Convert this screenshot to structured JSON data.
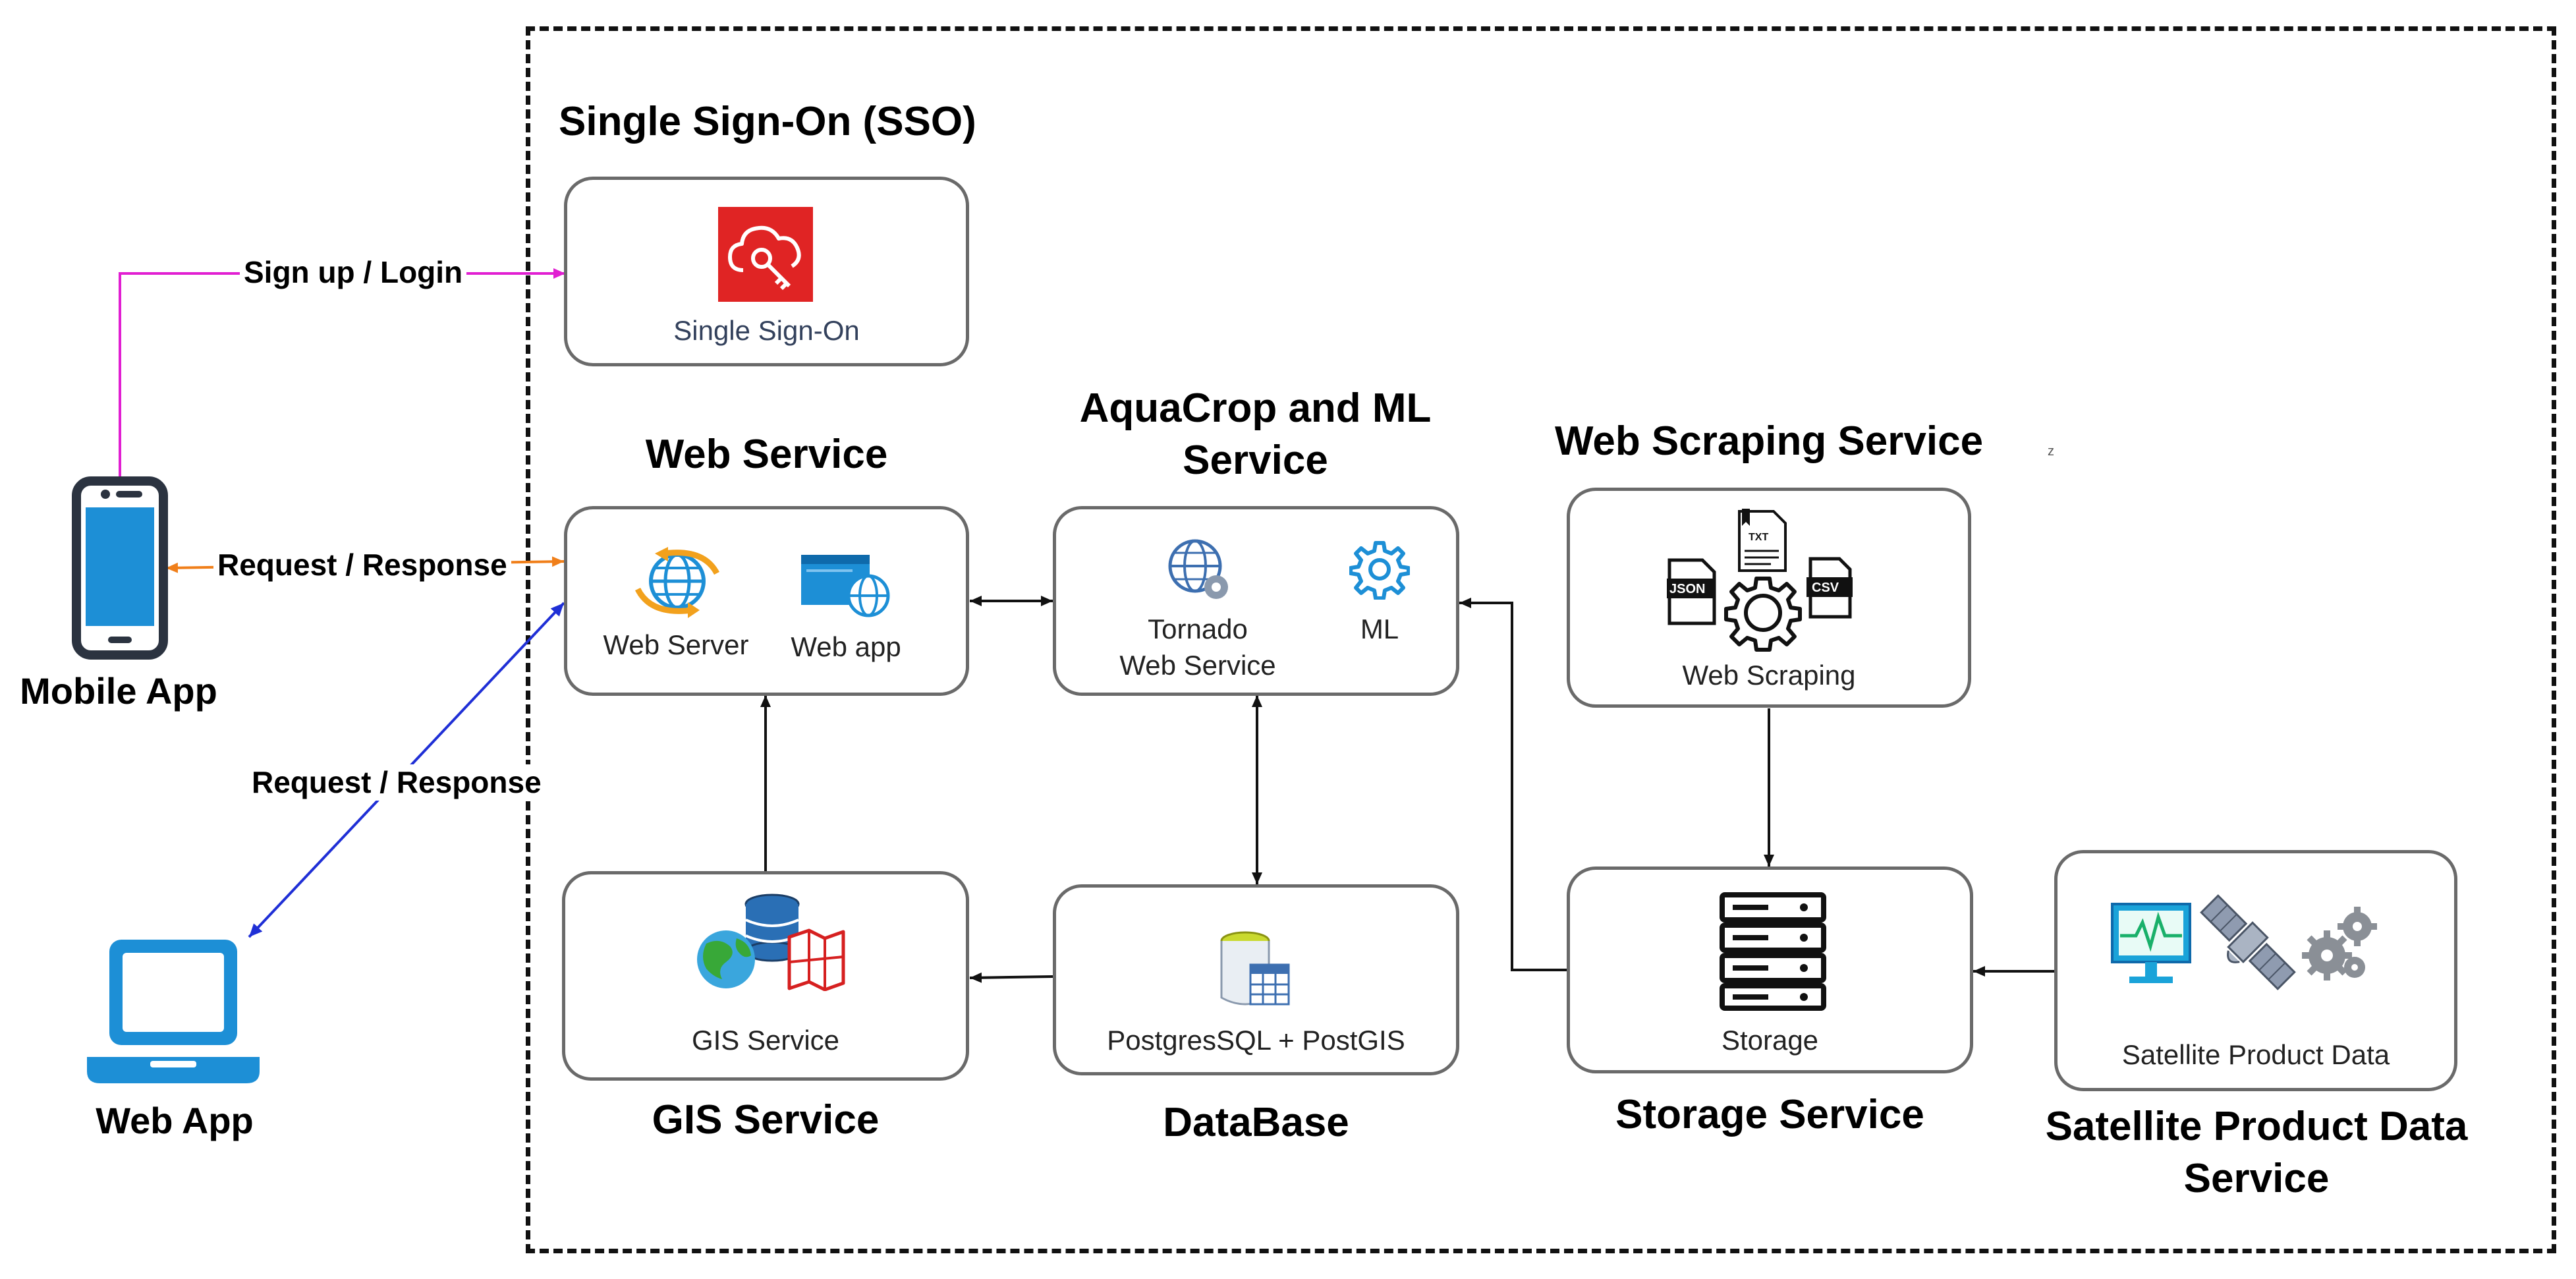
{
  "diagram": {
    "boundary_title": "Single Sign-On (SSO)",
    "clients": {
      "mobile": {
        "label": "Mobile App",
        "icon": "smartphone-icon"
      },
      "web": {
        "label": "Web App",
        "icon": "laptop-icon"
      }
    },
    "edge_labels": {
      "signup": "Sign up / Login",
      "mobile_request": "Request / Response",
      "web_request": "Request / Response"
    },
    "services": {
      "sso": {
        "item_label": "Single Sign-On",
        "icon": "cloud-key-icon",
        "icon_color": "#e02424"
      },
      "web": {
        "title": "Web Service",
        "items": [
          {
            "label": "Web Server",
            "icon": "globe-sync-icon"
          },
          {
            "label": "Web app",
            "icon": "browser-window-globe-icon"
          }
        ]
      },
      "aquacrop": {
        "title_line1": "AquaCrop and ML",
        "title_line2": "Service",
        "items": [
          {
            "label_line1": "Tornado",
            "label_line2": "Web Service",
            "icon": "globe-gear-icon"
          },
          {
            "label": "ML",
            "icon": "gear-icon"
          }
        ]
      },
      "scraping": {
        "title": "Web Scraping Service",
        "item_label": "Web Scraping",
        "icons": [
          "json-file-icon",
          "txt-file-icon",
          "gear-icon",
          "csv-file-icon"
        ],
        "file_tags": [
          "JSON",
          "TXT",
          "CSV"
        ]
      },
      "gis": {
        "title": "GIS Service",
        "item_label": "GIS Service",
        "icon": "globe-database-map-icon"
      },
      "database": {
        "title": "DataBase",
        "item_label": "PostgresSQL + PostGIS",
        "icon": "database-table-icon"
      },
      "storage": {
        "title": "Storage Service",
        "item_label": "Storage",
        "icon": "server-rack-icon"
      },
      "satellite": {
        "title_line1": "Satellite Product Data",
        "title_line2": "Service",
        "item_label": "Satellite Product Data",
        "icons": [
          "monitor-chart-icon",
          "satellite-icon",
          "gears-icon"
        ]
      }
    },
    "stray_mark": "z",
    "colors": {
      "signup_edge": "#e11fd2",
      "mobile_edge": "#f07f1a",
      "web_edge": "#1f2fd6",
      "accent_blue": "#1d8fd6"
    }
  }
}
